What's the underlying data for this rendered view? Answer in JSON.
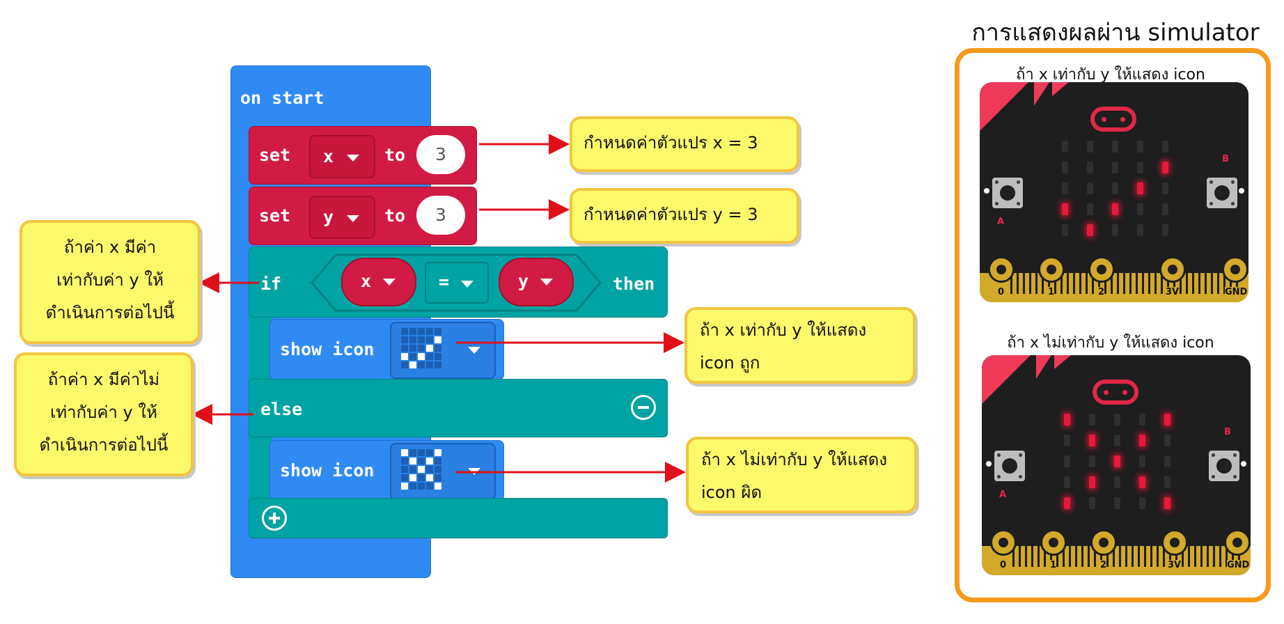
{
  "blocks": {
    "on_start": "on start",
    "set1": {
      "keyword": "set",
      "var": "x",
      "to": "to",
      "value": "3"
    },
    "set2": {
      "keyword": "set",
      "var": "y",
      "to": "to",
      "value": "3"
    },
    "if_block": {
      "if": "if",
      "left": "x",
      "op": "=",
      "right": "y",
      "then": "then"
    },
    "show1": {
      "label": "show icon",
      "icon": "yes"
    },
    "else": "else",
    "show2": {
      "label": "show icon",
      "icon": "no"
    }
  },
  "callouts": {
    "set_x": "กำหนดค่าตัวแปร x = 3",
    "set_y": "กำหนดค่าตัวแปร y = 3",
    "if_left": "ถ้าค่า x มีค่า\nเท่ากับค่า y ให้\nดำเนินการต่อไปนี้",
    "else_left": "ถ้าค่า x มีค่าไม่\nเท่ากับค่า y ให้\nดำเนินการต่อไปนี้",
    "show_yes": "ถ้า x เท่ากับ y ให้แสดง\nicon ถูก",
    "show_no": "ถ้า x ไม่เท่ากับ y ให้แสดง\nicon ผิด"
  },
  "simulator": {
    "title": "การแสดงผลผ่าน simulator",
    "board1_title": "ถ้า x เท่ากับ y ให้แสดง icon",
    "board2_title": "ถ้า x ไม่เท่ากับ y ให้แสดง icon",
    "button_a": "A",
    "button_b": "B",
    "pins": [
      "0",
      "1",
      "2",
      "3V",
      "GND"
    ],
    "board1_leds": [
      0,
      0,
      0,
      0,
      0,
      0,
      0,
      0,
      0,
      1,
      0,
      0,
      0,
      1,
      0,
      1,
      0,
      1,
      0,
      0,
      0,
      1,
      0,
      0,
      0
    ],
    "board2_leds": [
      1,
      0,
      0,
      0,
      1,
      0,
      1,
      0,
      1,
      0,
      0,
      0,
      1,
      0,
      0,
      0,
      1,
      0,
      1,
      0,
      1,
      0,
      0,
      0,
      1
    ]
  },
  "icons": {
    "yes_grid": [
      0,
      0,
      0,
      0,
      0,
      0,
      0,
      0,
      0,
      1,
      0,
      0,
      0,
      1,
      0,
      1,
      0,
      1,
      0,
      0,
      0,
      1,
      0,
      0,
      0
    ],
    "no_grid": [
      1,
      0,
      0,
      0,
      1,
      0,
      1,
      0,
      1,
      0,
      0,
      0,
      1,
      0,
      0,
      0,
      1,
      0,
      1,
      0,
      1,
      0,
      0,
      0,
      1
    ]
  },
  "colors": {
    "event_blue": "#2f8bf3",
    "variable_red": "#d21b44",
    "logic_teal": "#00a3a3",
    "callout_yellow": "#fcf96b",
    "panel_orange": "#f79a1b",
    "arrow_red": "#e0101a",
    "led_red": "#e8173b"
  }
}
